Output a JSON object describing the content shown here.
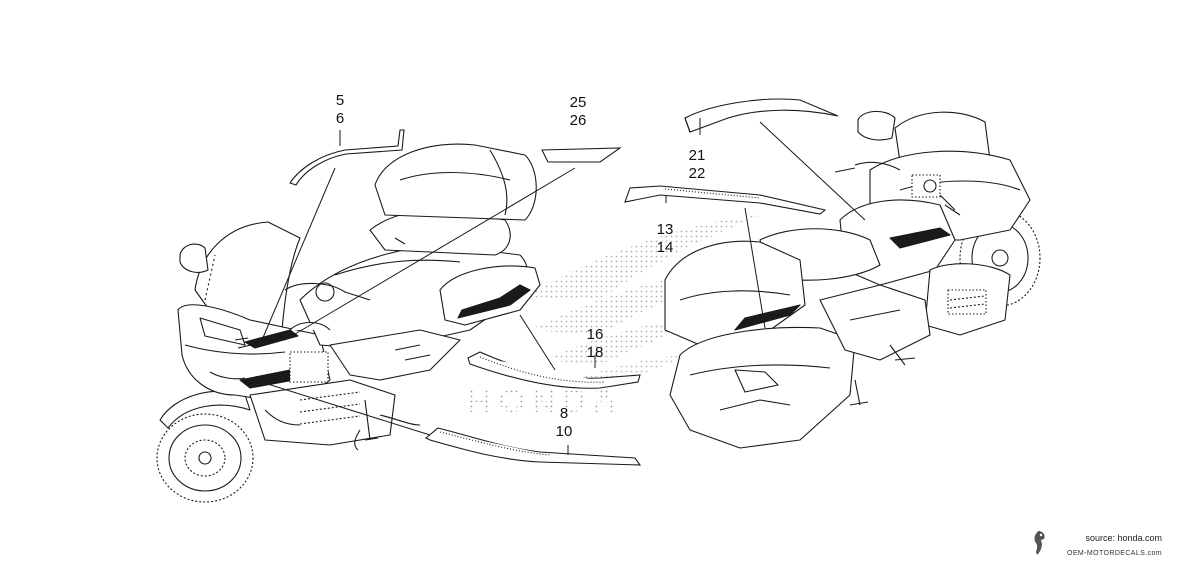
{
  "callouts": {
    "c5_6": [
      "5",
      "6"
    ],
    "c25_26": [
      "25",
      "26"
    ],
    "c21_22": [
      "21",
      "22"
    ],
    "c13_14": [
      "13",
      "14"
    ],
    "c16_18": [
      "16",
      "18"
    ],
    "c8_10": [
      "8",
      "10"
    ]
  },
  "watermark": {
    "brand_text": "HONDA"
  },
  "footer": {
    "source": "source: honda.com",
    "site": "OEM-MOTORDECALS.com"
  },
  "colors": {
    "line": "#1a1a1a",
    "dots": "#8a8a8a",
    "watermark": "#c8c8c8"
  }
}
